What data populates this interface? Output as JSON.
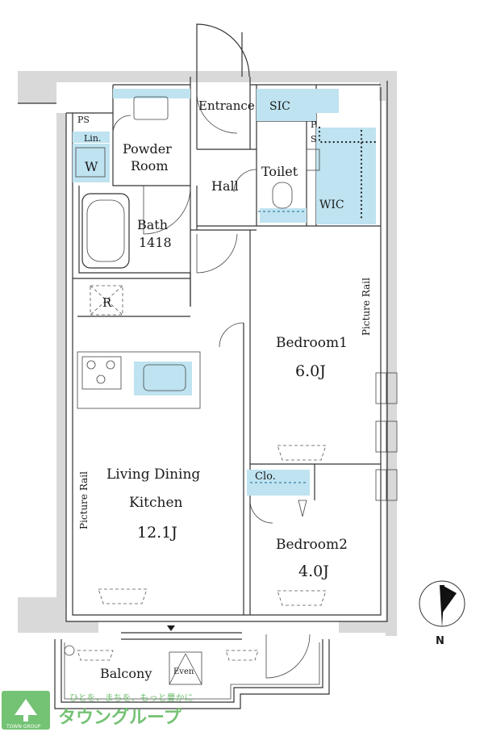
{
  "rooms": {
    "entrance": "Entrance",
    "sic": "SIC",
    "ps_top": "PS",
    "ps_side": "P\nS",
    "lin": "Lin.",
    "w": "W",
    "powder_line1": "Powder",
    "powder_line2": "Room",
    "hall": "Hall",
    "toilet": "Toilet",
    "wic": "WIC",
    "bath_line1": "Bath",
    "bath_line2": "1418",
    "refrigerator": "R",
    "bedroom1_name": "Bedroom1",
    "bedroom1_size": "6.0J",
    "bedroom2_name": "Bedroom2",
    "bedroom2_size": "4.0J",
    "clo": "Clo.",
    "ldk_line1": "Living Dining",
    "ldk_line2": "Kitchen",
    "ldk_size": "12.1J",
    "balcony": "Balcony",
    "even": "Even",
    "picture_rail_right": "Picture Rail",
    "picture_rail_left": "Picture Rail"
  },
  "compass": {
    "label": "N"
  },
  "logo": {
    "tagline": "ひとを、まちを、もっと豊かに",
    "name": "タウングループ",
    "sub": "TOWN GROUP"
  },
  "colors": {
    "storage_fill": "#bfe3f0",
    "wall_fill": "#d9d9d9",
    "logo_green": "#5cb85c"
  }
}
